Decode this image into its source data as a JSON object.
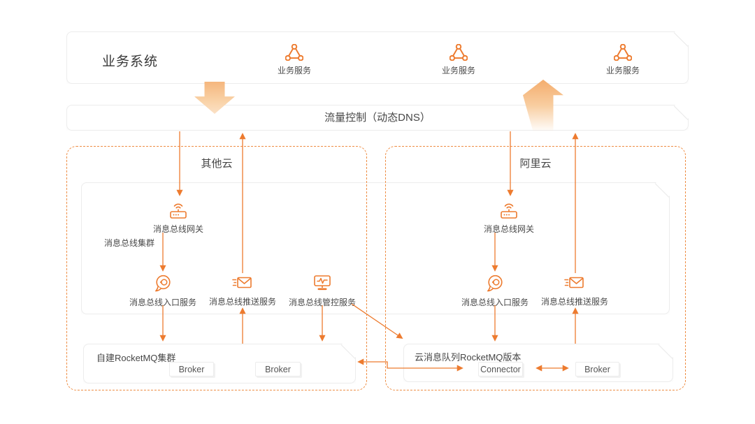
{
  "colors": {
    "accent": "#ED7B2F",
    "dashed_border": "#EE8C42",
    "panel_border": "#ECECEC",
    "text": "#4A4A4A",
    "flow_arrow_start": "#F5B67D",
    "flow_arrow_end": "#FBE1C6"
  },
  "top_bar": {
    "title": "业务系统",
    "services": [
      {
        "label": "业务服务"
      },
      {
        "label": "业务服务"
      },
      {
        "label": "业务服务"
      }
    ]
  },
  "flow_bar": {
    "label": "流量控制（动态DNS）"
  },
  "clouds": {
    "left": {
      "title": "其他云"
    },
    "right": {
      "title": "阿里云"
    }
  },
  "cluster_box": {
    "label": "消息总线集群",
    "left": {
      "gateway": "消息总线网关",
      "services": [
        "消息总线入口服务",
        "消息总线推送服务",
        "消息总线管控服务"
      ]
    },
    "right": {
      "gateway": "消息总线网关",
      "services": [
        "消息总线入口服务",
        "消息总线推送服务"
      ]
    }
  },
  "mq_left": {
    "title": "自建RocketMQ集群",
    "nodes": [
      "Broker",
      "Broker"
    ]
  },
  "mq_right": {
    "title": "云消息队列RocketMQ版本",
    "nodes": [
      "Connector",
      "Broker"
    ]
  }
}
